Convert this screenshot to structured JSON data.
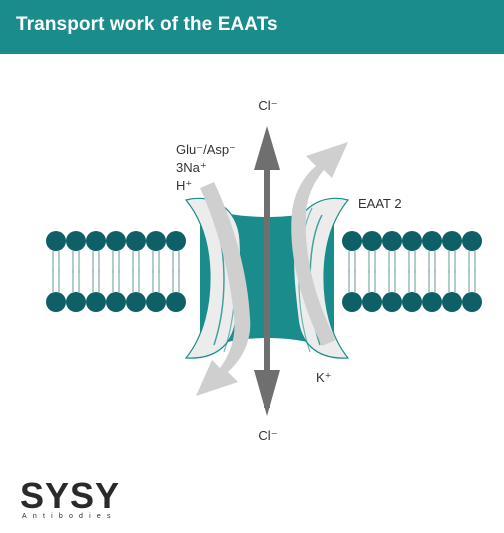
{
  "header": {
    "title": "Transport work of the EAATs"
  },
  "diagram": {
    "cl_top": "Cl⁻",
    "cl_bottom": "Cl⁻",
    "substrates": [
      "Glu⁻/Asp⁻",
      "3Na⁺",
      "H⁺"
    ],
    "transporter": "EAAT 2",
    "counter_ion": "K⁺"
  },
  "logo": {
    "word": "SYSY",
    "sub": "Antibodies"
  },
  "colors": {
    "header": "#1a8c8c",
    "teal": "#1a8c8c",
    "lipid_head": "#0e5f66",
    "lipid_tail": "#9fbfc0",
    "lobe": "#ececec",
    "lobe_line": "#1a8c8c",
    "arrow": "#6f6f6f",
    "curved_arrow": "#cfcfcf"
  }
}
